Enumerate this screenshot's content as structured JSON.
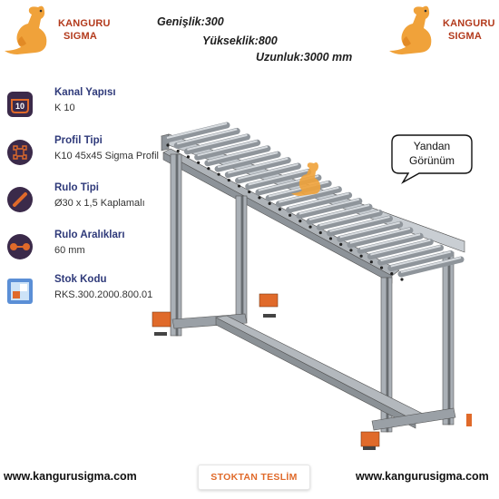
{
  "brand": {
    "line1": "KANGURU",
    "line2": "SIGMA",
    "accent": "#b33a1c"
  },
  "dimensions": {
    "width": "Genişlik:300",
    "height": "Yükseklik:800",
    "length": "Uzunluk:3000 mm"
  },
  "specs": [
    {
      "title": "Kanal Yapısı",
      "value": "K 10",
      "icon": "channel-icon",
      "badge": "10"
    },
    {
      "title": "Profil Tipi",
      "value": "K10 45x45 Sigma Profil",
      "icon": "profile-icon"
    },
    {
      "title": "Rulo Tipi",
      "value": "Ø30 x 1,5 Kaplamalı",
      "icon": "roller-icon"
    },
    {
      "title": "Rulo Aralıkları",
      "value": "60 mm",
      "icon": "roller-spacing-icon"
    },
    {
      "title": "Stok Kodu",
      "value": "RKS.300.2000.800.01",
      "icon": "stock-code-icon"
    }
  ],
  "bubble": {
    "line1": "Yandan",
    "line2": "Görünüm"
  },
  "footer": {
    "url_left": "www.kangurusigma.com",
    "url_right": "www.kangurusigma.com",
    "stock_button": "STOKTAN TESLİM"
  },
  "colors": {
    "title_blue": "#2f3a7a",
    "icon_dark": "#3b2a4a",
    "orange": "#e06a2a",
    "frame": "#9aa0a6"
  }
}
